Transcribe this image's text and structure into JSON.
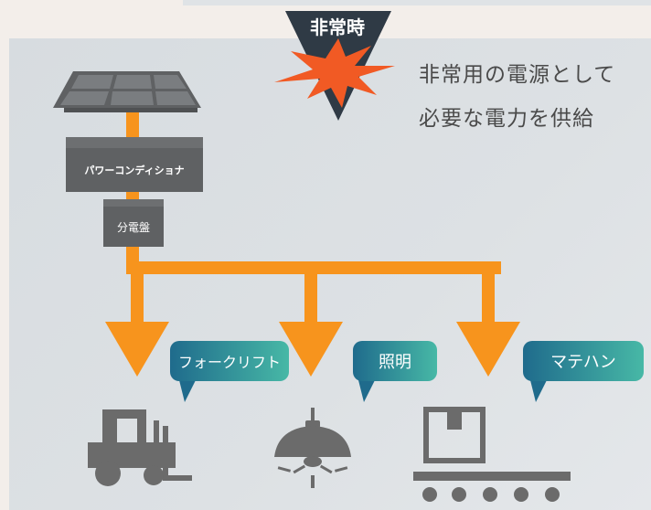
{
  "emergency": {
    "label": "非常時"
  },
  "headline": {
    "line1": "非常用の電源として",
    "line2": "必要な電力を供給"
  },
  "components": {
    "inverter": "パワーコンディショナ",
    "panelboard": "分電盤"
  },
  "destinations": [
    {
      "label": "フォークリフト",
      "icon": "forklift-icon"
    },
    {
      "label": "照明",
      "icon": "pendant-lamp-icon"
    },
    {
      "label": "マテハン",
      "icon": "conveyor-box-icon"
    }
  ],
  "colors": {
    "flow": "#f7941d",
    "panel_bg": "#dde1e4",
    "equipment": "#5f6163",
    "icon_gray": "#6b6b6b",
    "burst": "#f15a24",
    "bubble_start": "#1f6b8c",
    "bubble_end": "#47b8a6"
  }
}
